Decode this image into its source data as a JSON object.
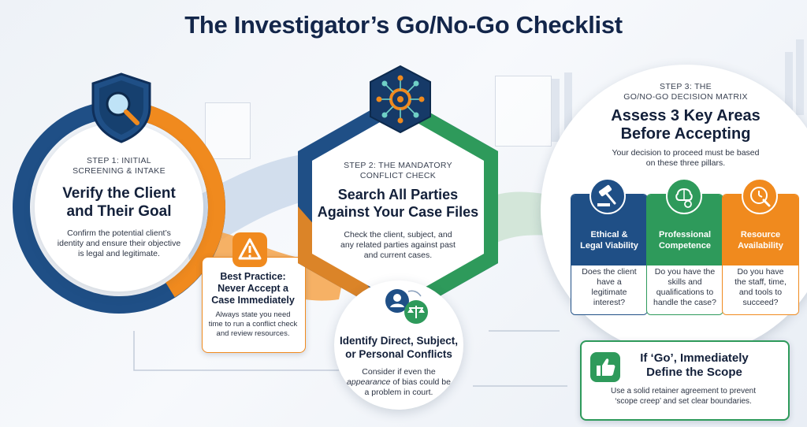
{
  "title": "The Investigator’s Go/No-Go Checklist",
  "step1": {
    "label_line1": "STEP 1: INITIAL",
    "label_line2": "SCREENING & INTAKE",
    "headline_line1": "Verify the Client",
    "headline_line2": "and Their Goal",
    "body_line1": "Confirm the potential client’s",
    "body_line2": "identity and ensure their objective",
    "body_line3": "is legal and legitimate."
  },
  "best_practice": {
    "title_line1": "Best Practice:",
    "title_line2": "Never Accept a",
    "title_line3": "Case Immediately",
    "body_line1": "Always state you need",
    "body_line2": "time to run a conflict check",
    "body_line3": "and review resources."
  },
  "step2": {
    "label_line1": "STEP 2: THE MANDATORY",
    "label_line2": "CONFLICT CHECK",
    "headline_line1": "Search All Parties",
    "headline_line2": "Against Your Case Files",
    "body_line1": "Check the client, subject, and",
    "body_line2": "any related parties against past",
    "body_line3": "and current cases."
  },
  "conflicts": {
    "headline_line1": "Identify Direct, Subject,",
    "headline_line2": "or Personal Conflicts",
    "body_line1": "Consider if even the",
    "body_line2_em": "appearance",
    "body_line2_rest": " of bias could be",
    "body_line3": "a problem in court."
  },
  "step3": {
    "label_line1": "STEP 3: THE",
    "label_line2": "GO/NO-GO DECISION MATRIX",
    "headline_line1": "Assess 3 Key Areas",
    "headline_line2": "Before Accepting",
    "body_line1": "Your decision to proceed must be based",
    "body_line2": "on these three pillars.",
    "pillars": [
      {
        "label_line1": "Ethical &",
        "label_line2": "Legal Viability",
        "q1": "Does the client",
        "q2": "have a",
        "q3": "legitimate",
        "q4": "interest?",
        "color": "#1f4f86",
        "icon": "gavel-icon"
      },
      {
        "label_line1": "Professional",
        "label_line2": "Competence",
        "q1": "Do you have the",
        "q2": "skills and",
        "q3": "qualifications to",
        "q4": "handle the case?",
        "color": "#2e9a5b",
        "icon": "brain-badge-icon"
      },
      {
        "label_line1": "Resource",
        "label_line2": "Availability",
        "q1": "Do you have",
        "q2": "the staff, time,",
        "q3": "and tools to",
        "q4": "succeed?",
        "color": "#f08a1e",
        "icon": "clock-tools-icon"
      }
    ]
  },
  "go": {
    "headline_line1": "If ‘Go’, Immediately",
    "headline_line2": "Define the Scope",
    "body_line1": "Use a solid retainer agreement to prevent",
    "body_line2": "‘scope creep’ and set clear boundaries."
  },
  "colors": {
    "navy": "#13264a",
    "blue": "#1f4f86",
    "orange": "#f08a1e",
    "green": "#2e9a5b",
    "teal": "#1e8f8a"
  }
}
